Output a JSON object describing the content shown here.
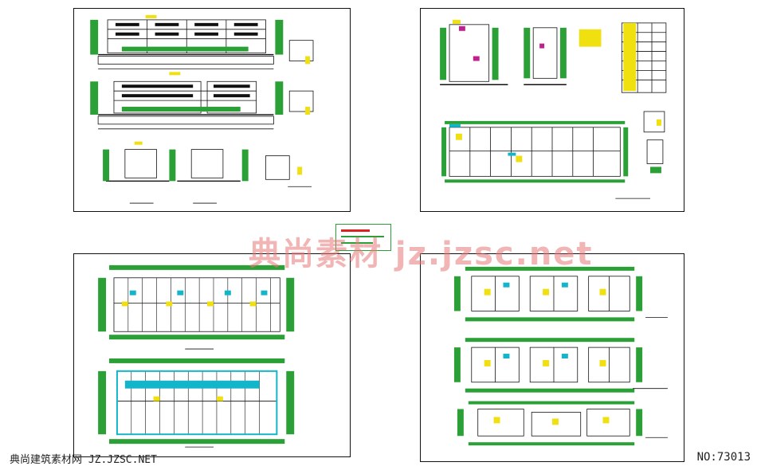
{
  "watermark": "典尚素材  jz.jzsc.net",
  "footer": {
    "site": "典尚建筑素材网  JZ.JZSC.NET",
    "id": "NO:73013"
  },
  "colors": {
    "line": "#111111",
    "green": "#2aa036",
    "cyan": "#12b5c9",
    "yellow": "#f0e010",
    "magenta": "#c0208c",
    "watermark": "#e87878"
  }
}
